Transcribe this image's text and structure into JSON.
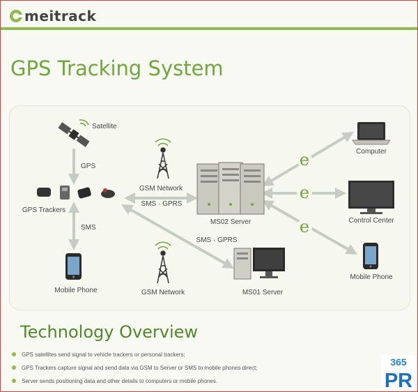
{
  "brand": {
    "name": "meitrack",
    "color": "#8dbb4f"
  },
  "title": "GPS Tracking System",
  "diagram": {
    "nodes": {
      "satellite": "Satellite",
      "gps_trackers": "GPS Trackers",
      "mobile_phone_left": "Mobile Phone",
      "gsm_network_top": "GSM Network",
      "gsm_network_bottom": "GSM Network",
      "ms02_server": "MS02 Server",
      "ms01_server": "MS01 Server",
      "computer": "Computer",
      "control_center": "Control Center",
      "mobile_phone_right": "Mobile Phone"
    },
    "links": {
      "gps": "GPS",
      "sms": "SMS",
      "sms_gprs_top": "SMS · GPRS",
      "sms_gprs_bottom": "SMS · GPRS"
    },
    "internet_symbol": "e",
    "colors": {
      "arrow": "#c8cbc4",
      "accent": "#6ea83a",
      "dark": "#3b3b3b"
    }
  },
  "overview": {
    "title": "Technology Overview",
    "bullets": [
      "GPS satellites send signal to vehicle trackers or personal trackers;",
      "GPS Trackers capture signal and send data via GSM to Server or SMS to mobile phones direct;",
      "Server sends positioning data and other details to computers or mobile phones."
    ]
  },
  "badge": {
    "top": "365",
    "bottom": "PR"
  }
}
